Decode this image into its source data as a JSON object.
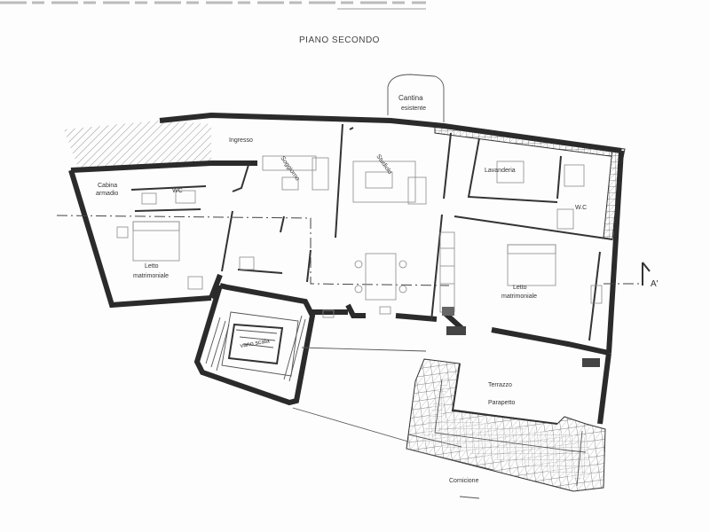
{
  "plan": {
    "title": "PIANO SECONDO",
    "section_mark": "A'",
    "rooms": {
      "cantina": "Cantina",
      "cantina_sub": "esistente",
      "ingresso": "Ingresso",
      "soggiorno": "Soggiorno",
      "studiolo": "Studiolo",
      "lavanderia": "Lavanderia",
      "cabina": "Cabina",
      "cabina_sub": "armadio",
      "wc_left": "WC",
      "wc_right": "W.C",
      "letto_left": "Letto",
      "letto_left_sub": "matrimoniale",
      "letto_right": "Letto",
      "letto_right_sub": "matrimoniale",
      "vano_scala": "vano scala",
      "terrazzo": "Terrazzo",
      "parapetto": "Parapetto",
      "cornicione": "Cornicione"
    }
  }
}
